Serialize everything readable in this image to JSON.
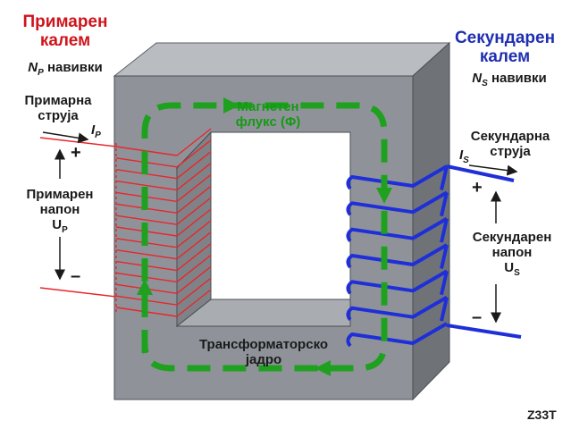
{
  "primary": {
    "title_line1": "Примарен",
    "title_line2": "калем",
    "turns_symbol": "N",
    "turns_sub": "P",
    "turns_word": "навивки",
    "current_line1": "Примарна",
    "current_line2": "струја",
    "current_symbol": "I",
    "current_sub": "P",
    "plus": "+",
    "minus": "–",
    "voltage_line1": "Примарен",
    "voltage_line2": "напон",
    "voltage_symbol": "U",
    "voltage_sub": "P",
    "turns_count": 15,
    "color": "#e8262c"
  },
  "secondary": {
    "title_line1": "Секундарен",
    "title_line2": "калем",
    "turns_symbol": "N",
    "turns_sub": "S",
    "turns_word": "навивки",
    "current_line1": "Секундарна",
    "current_line2": "струја",
    "current_symbol": "I",
    "current_sub": "S",
    "plus": "+",
    "minus": "–",
    "voltage_line1": "Секундарен",
    "voltage_line2": "напон",
    "voltage_symbol": "U",
    "voltage_sub": "S",
    "turns_count": 7,
    "color": "#1f2fd8"
  },
  "flux": {
    "line1": "Магнетен",
    "line2": "флукс (Φ)",
    "color": "#1fa11f"
  },
  "core": {
    "line1": "Трансформаторско",
    "line2": "јадро",
    "front_color": "#8f9399",
    "top_color": "#b9bdc2",
    "side_color": "#6f7378"
  },
  "code": "Z33T"
}
